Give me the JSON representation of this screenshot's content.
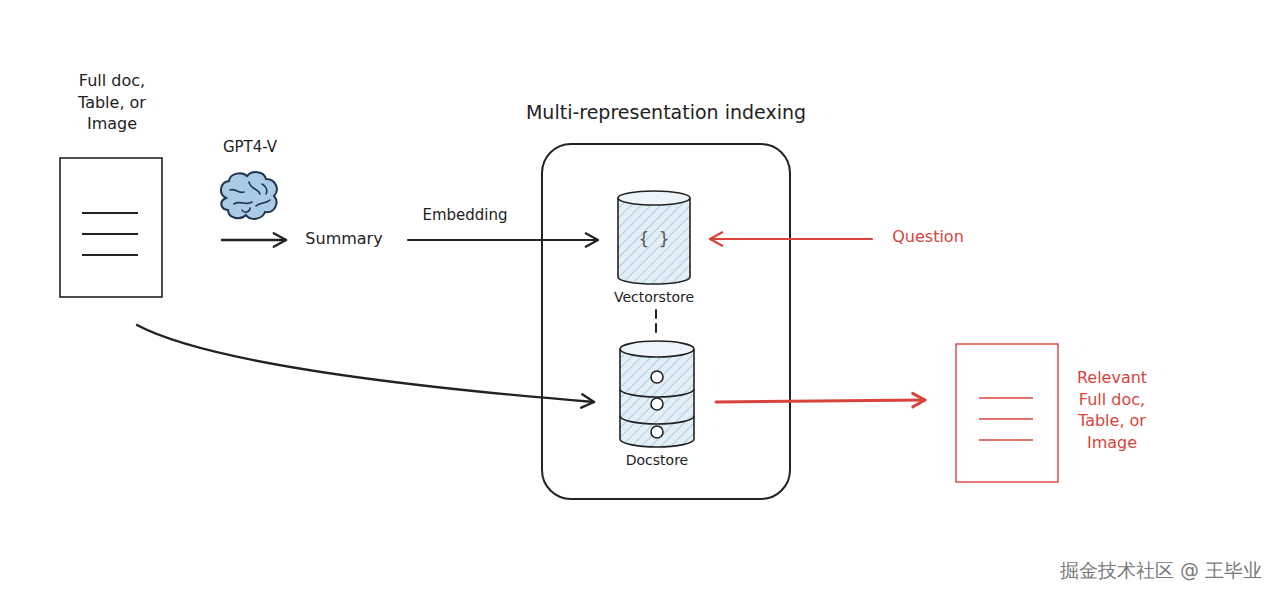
{
  "diagram": {
    "nodes": [
      {
        "text": [
          "Full doc, Table, or Image"
        ]
      },
      {
        "text": [
          "Summary"
        ]
      },
      {
        "text": [
          "Question"
        ]
      },
      {
        "text": [
          "Multi-representation indexing"
        ]
      },
      {
        "text": [
          "{ }",
          "Vectorstore"
        ],
        "in": 3
      },
      {
        "text": [
          "Docstore"
        ],
        "in": 3
      },
      {
        "text": [
          "Relevant Full doc, Table, or Image"
        ]
      }
    ],
    "edges": [
      {
        "from": 0,
        "to": 1,
        "arrow": "to",
        "label": "GPT4-V"
      },
      {
        "from": 1,
        "to": 4,
        "arrow": "to",
        "label": "Embedding"
      },
      {
        "from": 0,
        "to": 5,
        "arrow": "to"
      },
      {
        "from": 2,
        "to": 4,
        "arrow": "to"
      },
      {
        "from": 4,
        "to": 5,
        "arrow": "none"
      },
      {
        "from": 5,
        "to": 6,
        "arrow": "to"
      }
    ],
    "labels": [
      "掘金技术社区 @ 王毕业"
    ]
  }
}
